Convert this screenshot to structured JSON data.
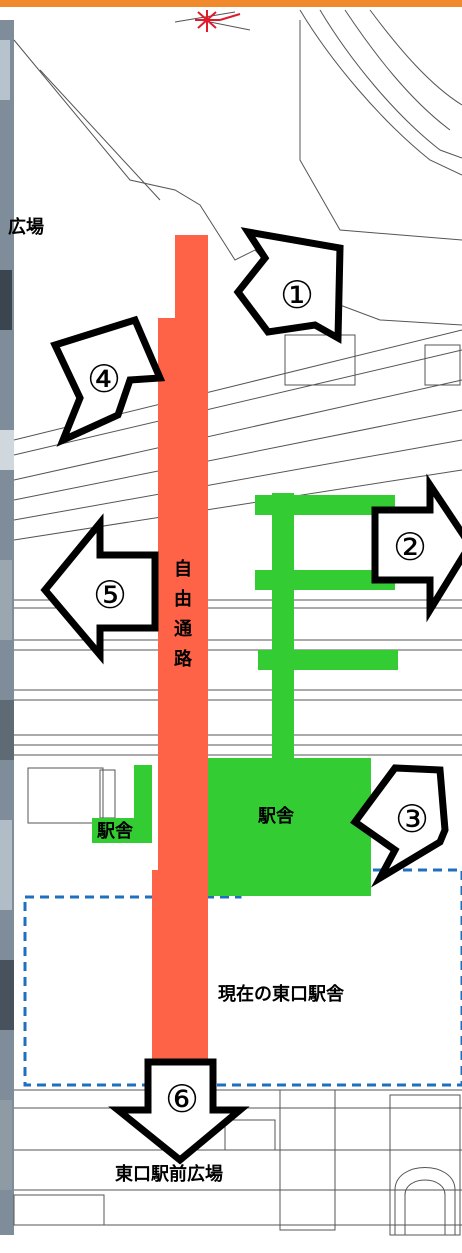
{
  "map": {
    "labels": {
      "plaza_left": "広場",
      "free_passage": [
        "自",
        "由",
        "通",
        "路"
      ],
      "station_building_small": "駅舎",
      "station_building_main": "駅舎",
      "current_east_building": "現在の東口駅舎",
      "east_plaza": "東口駅前広場"
    },
    "arrows": [
      {
        "num": "①",
        "direction": "north-east"
      },
      {
        "num": "②",
        "direction": "east"
      },
      {
        "num": "③",
        "direction": "south-east"
      },
      {
        "num": "④",
        "direction": "north-west"
      },
      {
        "num": "⑤",
        "direction": "west"
      },
      {
        "num": "⑥",
        "direction": "south"
      }
    ],
    "colors": {
      "top_bar": "#f08a2c",
      "free_passage": "#ff6347",
      "station_green": "#33cc33",
      "dashed_outline": "#1f6fbf",
      "line_drawing": "#555555"
    }
  }
}
